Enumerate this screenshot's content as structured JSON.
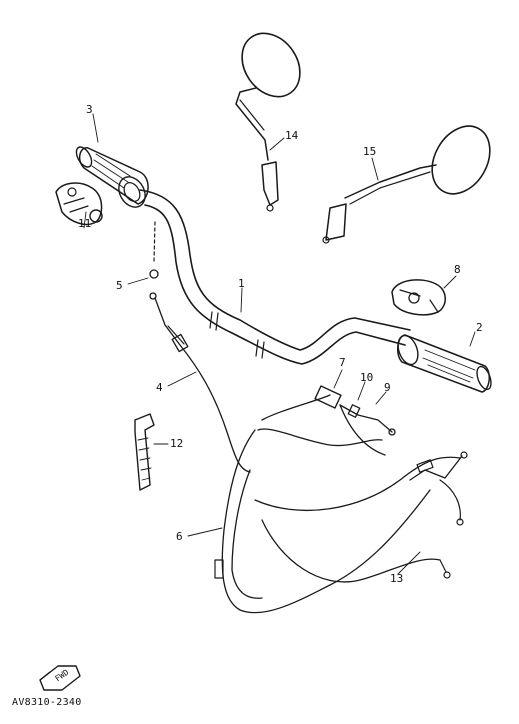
{
  "diagram": {
    "callouts": [
      {
        "id": "c1",
        "text": "1"
      },
      {
        "id": "c2",
        "text": "2"
      },
      {
        "id": "c3",
        "text": "3"
      },
      {
        "id": "c4",
        "text": "4"
      },
      {
        "id": "c5",
        "text": "5"
      },
      {
        "id": "c6",
        "text": "6"
      },
      {
        "id": "c7",
        "text": "7"
      },
      {
        "id": "c8",
        "text": "8"
      },
      {
        "id": "c9",
        "text": "9"
      },
      {
        "id": "c10",
        "text": "10"
      },
      {
        "id": "c11",
        "text": "11"
      },
      {
        "id": "c12",
        "text": "12"
      },
      {
        "id": "c13",
        "text": "13"
      },
      {
        "id": "c14",
        "text": "14"
      },
      {
        "id": "c15",
        "text": "15"
      }
    ],
    "front_arrow": "FWD",
    "drawing_code": "AV8310-2340",
    "ink_color": "#1a1a1a"
  }
}
